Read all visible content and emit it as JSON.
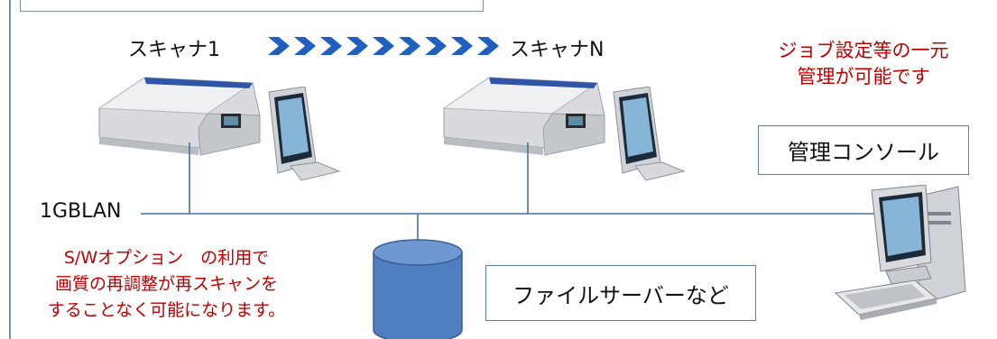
{
  "diagram": {
    "scanner_first_label": "スキャナ1",
    "scanner_last_label": "スキャナN",
    "red_note_lines": [
      "ジョブ設定等の一元",
      "管理が可能です"
    ],
    "console_box_label": "管理コンソール",
    "lan_label": "1GBLAN",
    "left_note_lines": [
      "S/Wオプション　の利用で",
      "画質の再調整が再スキャンを",
      "することなく可能になります。"
    ],
    "file_server_box_label": "ファイルサーバーなど",
    "colors": {
      "red_text": "#c00000",
      "line": "#4a6fa0",
      "box_border": "#5b7fb0",
      "chevron": "#1f5fbf",
      "cylinder": "#4f7fc0"
    }
  }
}
